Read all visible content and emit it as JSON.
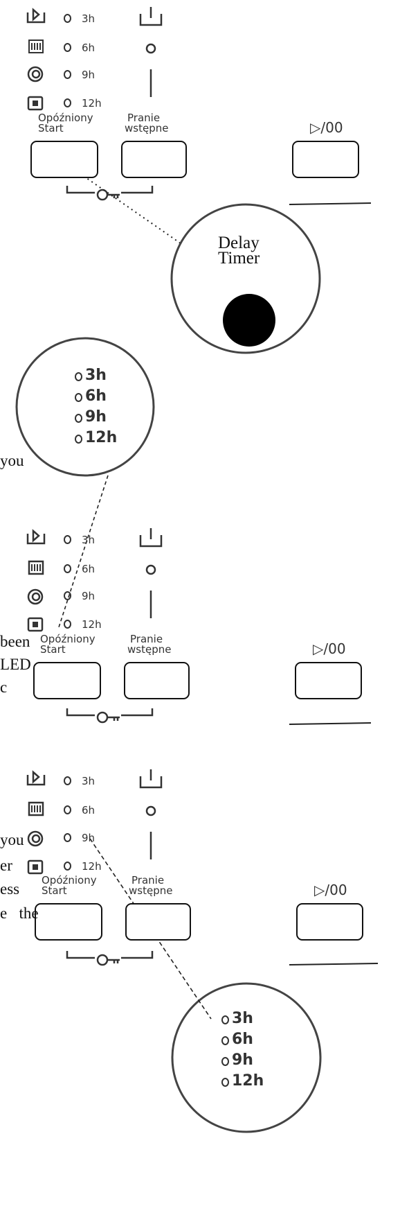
{
  "panel": {
    "led_labels": [
      "3h",
      "6h",
      "9h",
      "12h"
    ],
    "delay_start_label_line1": "Opóźniony",
    "delay_start_label_line2": "Start",
    "prewash_label_line1": "Pranie",
    "prewash_label_line2": "wstępne",
    "start_pause_label": "▷/00"
  },
  "callout_top": {
    "line1": "Delay",
    "line2": "Timer"
  },
  "zoom_bubbles": {
    "middle": [
      "3h",
      "6h",
      "9h",
      "12h"
    ],
    "bottom": [
      "3h",
      "6h",
      "9h",
      "12h"
    ]
  },
  "text_fragments": {
    "frag1": "you",
    "frag2": "been",
    "frag3": "LED",
    "frag4": "c",
    "frag5": "you",
    "frag6": "er",
    "frag7": "ess",
    "frag8": "e   the"
  }
}
